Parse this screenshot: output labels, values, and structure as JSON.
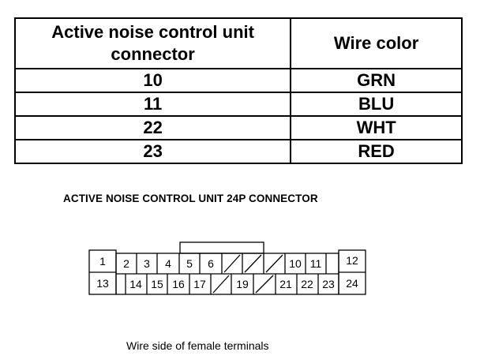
{
  "table": {
    "headers": [
      "Active noise control unit connector",
      "Wire color"
    ],
    "rows": [
      {
        "terminal": "10",
        "color": "GRN"
      },
      {
        "terminal": "11",
        "color": "BLU"
      },
      {
        "terminal": "22",
        "color": "WHT"
      },
      {
        "terminal": "23",
        "color": "RED"
      }
    ]
  },
  "connector": {
    "title": "ACTIVE NOISE CONTROL UNIT 24P CONNECTOR",
    "pins": {
      "p1": "1",
      "p2": "2",
      "p3": "3",
      "p4": "4",
      "p5": "5",
      "p6": "6",
      "p10": "10",
      "p11": "11",
      "p12": "12",
      "p13": "13",
      "p14": "14",
      "p15": "15",
      "p16": "16",
      "p17": "17",
      "p19": "19",
      "p21": "21",
      "p22": "22",
      "p23": "23",
      "p24": "24"
    },
    "caption": "Wire side of female terminals"
  }
}
